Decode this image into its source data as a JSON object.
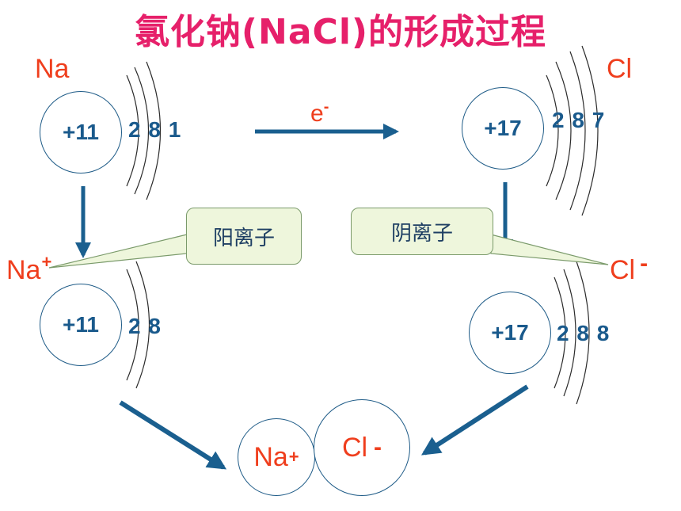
{
  "title": "氯化钠(NaCl)的形成过程",
  "na_atom": {
    "symbol": "Na",
    "nucleus": "+11",
    "shells": "2 8 1"
  },
  "cl_atom": {
    "symbol": "Cl",
    "nucleus": "+17",
    "shells": "2 8 7"
  },
  "electron": {
    "symbol": "e",
    "charge": "-"
  },
  "na_ion": {
    "symbol": "Na",
    "charge": "+",
    "nucleus": "+11",
    "shells": "2 8",
    "callout": "阳离子"
  },
  "cl_ion": {
    "symbol": "Cl",
    "charge": "-",
    "nucleus": "+17",
    "shells": "2 8 8",
    "callout": "阴离子"
  },
  "product": {
    "na_symbol": "Na",
    "na_charge": "+",
    "cl_symbol": "Cl",
    "cl_charge": "-"
  },
  "colors": {
    "title": "#e6206a",
    "label": "#ef3e1d",
    "arrow": "#1a5f8f",
    "number": "#1a5a8c",
    "callout_fill": "#eef6dc"
  }
}
